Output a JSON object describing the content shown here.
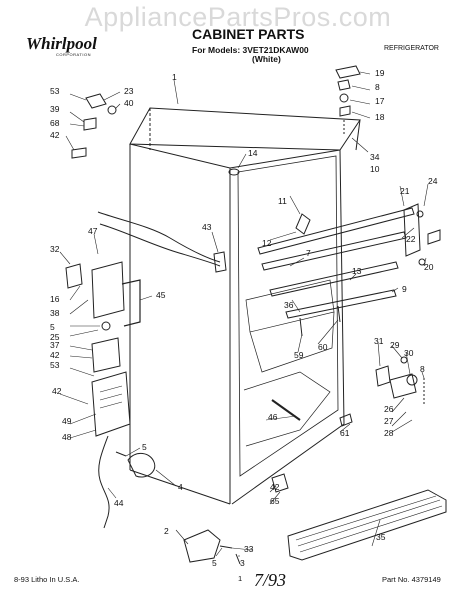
{
  "watermark": "AppliancePartsPros.com",
  "brand": "Whirlpool",
  "brand_sub": "CORPORATION",
  "header": {
    "title": "CABINET PARTS",
    "models": "For Models: 3VET21DKAW00",
    "color": "(White)",
    "category": "REFRIGERATOR"
  },
  "footer": {
    "left": "8-93  Litho In U.S.A.",
    "page": "1",
    "handwritten": "7/93",
    "right": "Part No. 4379149"
  },
  "callouts": [
    "1",
    "19",
    "8",
    "17",
    "18",
    "53",
    "23",
    "40",
    "39",
    "68",
    "42",
    "14",
    "34",
    "10",
    "21",
    "24",
    "11",
    "12",
    "43",
    "7",
    "22",
    "20",
    "47",
    "32",
    "16",
    "38",
    "45",
    "13",
    "9",
    "5",
    "25",
    "36",
    "59",
    "60",
    "37",
    "42",
    "53",
    "31",
    "29",
    "30",
    "8",
    "46",
    "26",
    "27",
    "28",
    "42",
    "49",
    "48",
    "61",
    "5",
    "4",
    "44",
    "42",
    "65",
    "2",
    "33",
    "35",
    "5",
    "3"
  ]
}
